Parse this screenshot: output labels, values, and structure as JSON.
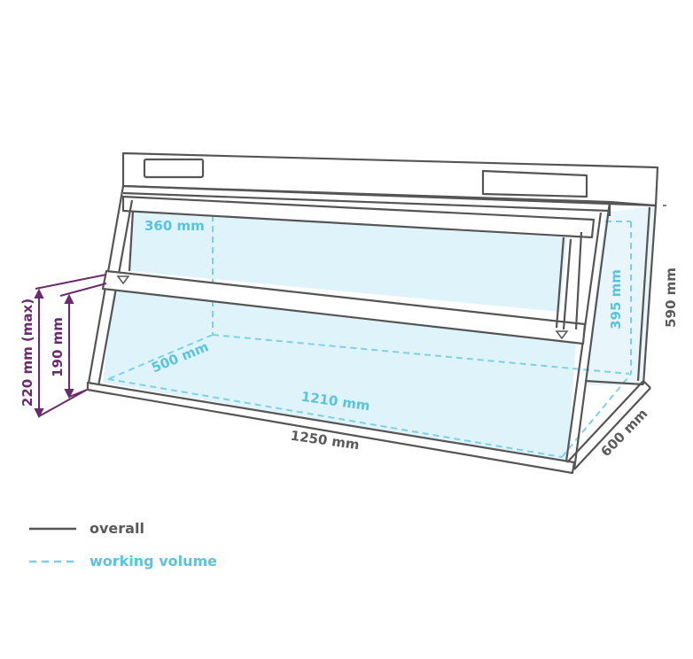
{
  "dimensions": {
    "overall_width": "1250 mm",
    "overall_depth": "600 mm",
    "overall_height": "590 mm",
    "working_width": "1210 mm",
    "working_depth": "500 mm",
    "working_height": "395 mm",
    "working_top": "360 mm",
    "opening_max": "220 mm (max)",
    "opening": "190 mm"
  },
  "legend": {
    "overall": "overall",
    "working_volume": "working volume"
  },
  "colors": {
    "overall_line": "#555555",
    "working_line": "#7fd0e6",
    "glass_fill": "#dff3fa",
    "opening_dim": "#6b2c6e"
  }
}
